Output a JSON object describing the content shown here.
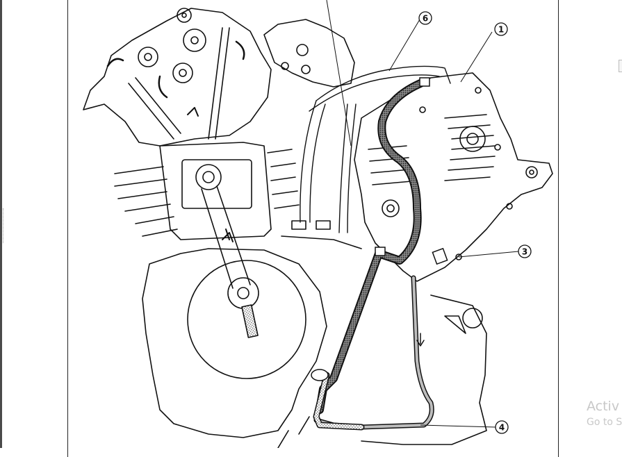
{
  "figure": {
    "callouts": [
      {
        "id": "c1",
        "label": "1"
      },
      {
        "id": "c3",
        "label": "3"
      },
      {
        "id": "c4",
        "label": "4"
      },
      {
        "id": "c6",
        "label": "6"
      }
    ]
  },
  "watermark": {
    "line1": "Activ",
    "line2": "Go to S"
  }
}
